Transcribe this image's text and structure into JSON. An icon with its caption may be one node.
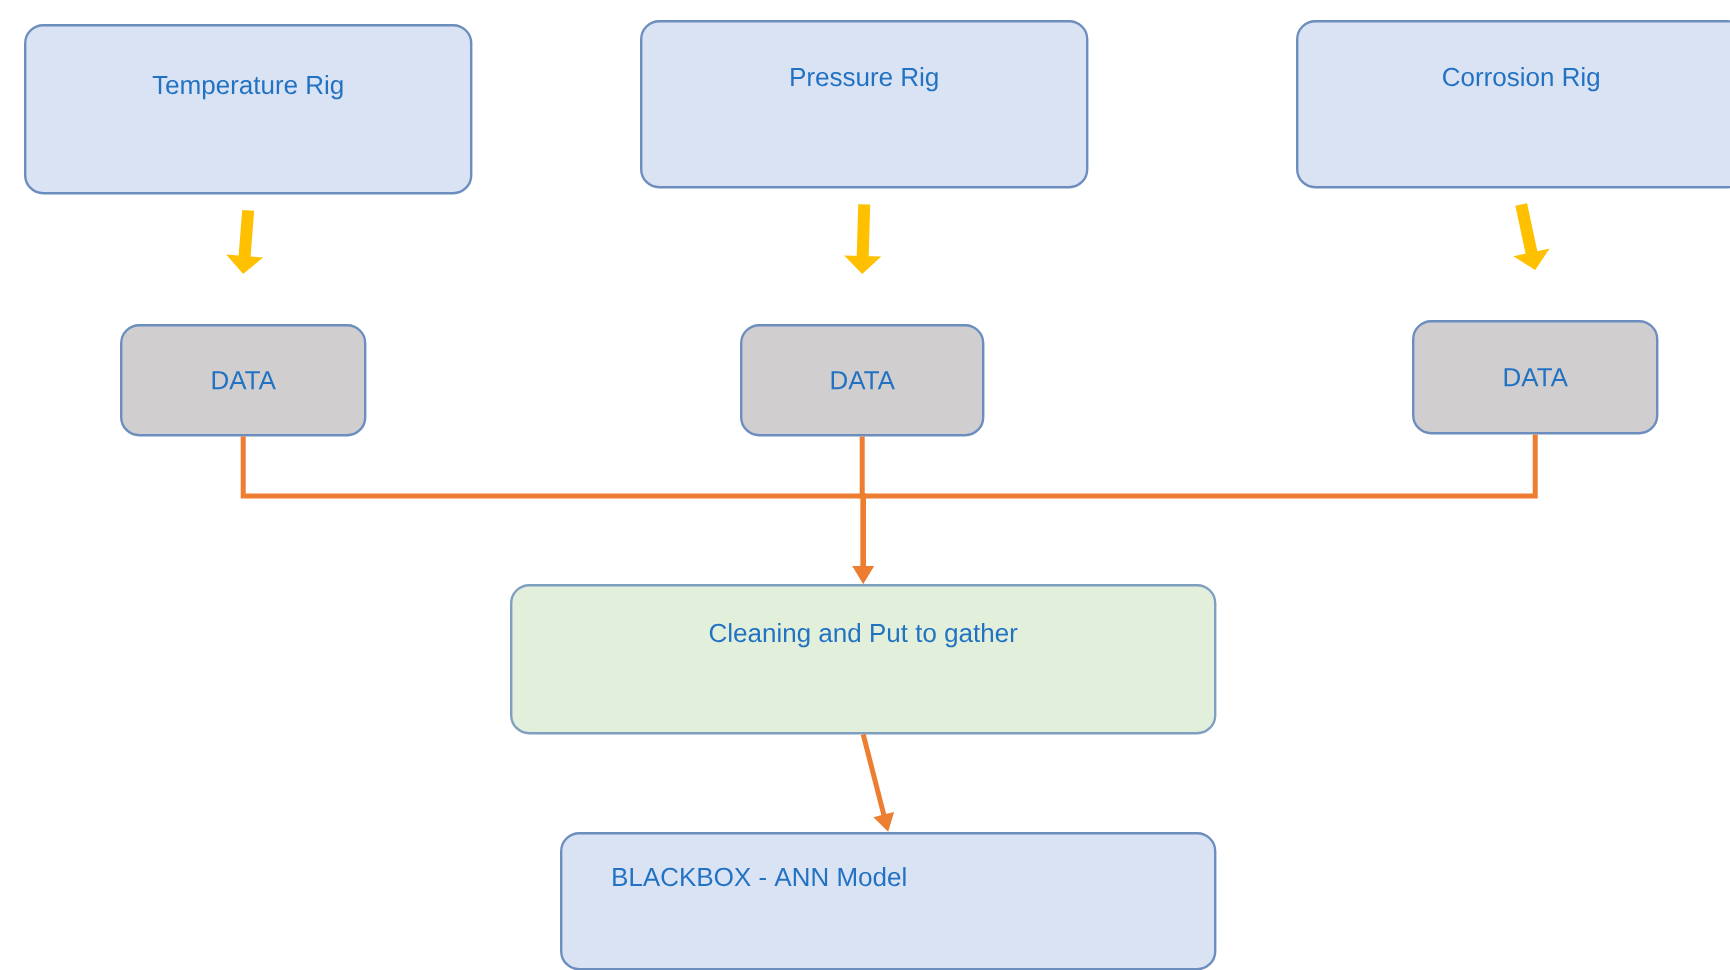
{
  "diagram": {
    "nodes": [
      {
        "text": [
          "Temperature Rig"
        ]
      },
      {
        "text": [
          "Pressure Rig"
        ]
      },
      {
        "text": [
          "Corrosion Rig"
        ]
      },
      {
        "text": [
          "DATA"
        ]
      },
      {
        "text": [
          "DATA"
        ]
      },
      {
        "text": [
          "DATA"
        ]
      },
      {
        "text": [
          "Cleaning and Put to gather"
        ]
      },
      {
        "text": [
          "BLACKBOX - ANN Model"
        ]
      }
    ],
    "edges": [
      {
        "from": 0,
        "to": 3,
        "arrow": "to",
        "style": "thick",
        "color": "#ffc000"
      },
      {
        "from": 1,
        "to": 4,
        "arrow": "to",
        "style": "thick",
        "color": "#ffc000"
      },
      {
        "from": 2,
        "to": 5,
        "arrow": "to",
        "style": "thick",
        "color": "#ffc000"
      },
      {
        "from": 3,
        "to": 6,
        "arrow": "to"
      },
      {
        "from": 4,
        "to": 6,
        "arrow": "to"
      },
      {
        "from": 5,
        "to": 6,
        "arrow": "to"
      },
      {
        "from": 6,
        "to": 7,
        "arrow": "to"
      }
    ]
  }
}
